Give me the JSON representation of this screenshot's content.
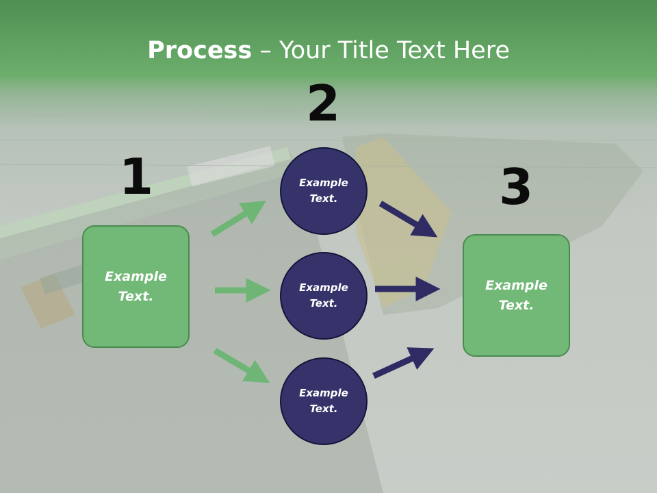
{
  "title": {
    "bold": "Process",
    "rest": " – Your Title Text Here"
  },
  "steps": {
    "one": "1",
    "two": "2",
    "three": "3"
  },
  "left_box": {
    "text": "Example Text."
  },
  "circles": [
    {
      "text": "Example Text."
    },
    {
      "text": "Example Text."
    },
    {
      "text": "Example Text."
    }
  ],
  "right_box": {
    "text": "Example Text."
  },
  "colors": {
    "green": "#72b877",
    "navy": "#36336b",
    "header": "#5ea560"
  }
}
